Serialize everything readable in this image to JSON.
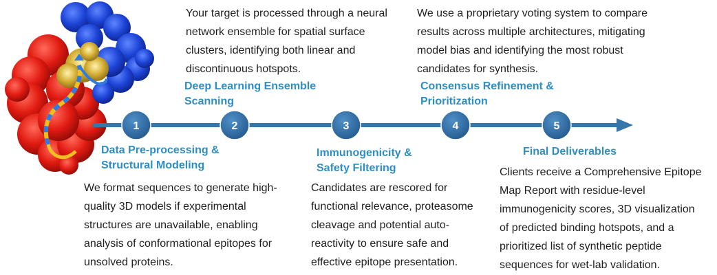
{
  "colors": {
    "arrow": "#3776a8",
    "circle": "#2f6fa8",
    "title": "#2e8ec4",
    "text": "#1f1f1f"
  },
  "steps": [
    {
      "number": "1",
      "title": "Data Pre-processing &\nStructural Modeling",
      "description": "We format sequences to generate high-\nquality 3D models if experimental\nstructures are unavailable, enabling\nanalysis of conformational epitopes for\nunsolved proteins."
    },
    {
      "number": "2",
      "title": "Deep Learning Ensemble\nScanning",
      "description": "Your target is processed through a neural\nnetwork ensemble for spatial surface\nclusters, identifying both linear and\ndiscontinuous hotspots."
    },
    {
      "number": "3",
      "title": "Immunogenicity &\nSafety Filtering",
      "description": "Candidates are rescored for\nfunctional relevance, proteasome\ncleavage and potential auto-\nreactivity to ensure safe and\neffective epitope presentation."
    },
    {
      "number": "4",
      "title": "Consensus Refinement &\nPrioritization",
      "description": "We use a proprietary voting system to compare\nresults across multiple architectures, mitigating\nmodel bias and identifying the most robust\ncandidates for synthesis."
    },
    {
      "number": "5",
      "title": "Final Deliverables",
      "description": "Clients receive a Comprehensive Epitope\nMap Report with residue-level\nimmunogenicity scores, 3D visualization\nof predicted binding hotspots, and a\nprioritized list of synthetic peptide\nsequences for wet-lab validation."
    }
  ]
}
